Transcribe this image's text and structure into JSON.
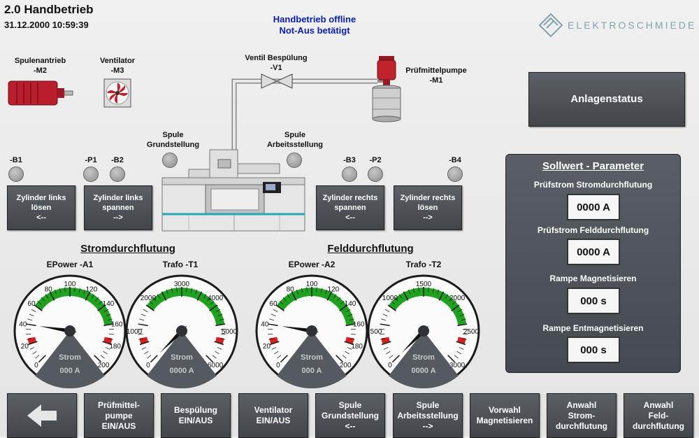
{
  "header": {
    "title": "2.0 Handbetrieb",
    "datetime": "31.12.2000 10:59:39",
    "alarm_line1": "Handbetrieb offline",
    "alarm_line2": "Not-Aus betätigt",
    "logo_text": "ELEKTROSCHMIEDE"
  },
  "plant": {
    "m2_label": "Spulenantrieb\n-M2",
    "m3_label": "Ventilator\n-M3",
    "v1_label": "Ventil Bespülung\n-V1",
    "m1_label": "Prüfmittelpumpe\n-M1",
    "home_label": "Spule\nGrundstellung",
    "work_label": "Spule\nArbeitsstellung",
    "sensors": [
      "-B1",
      "-P1",
      "-B2",
      "-B3",
      "-P2",
      "-B4"
    ]
  },
  "cylinder_buttons": [
    "Zylinder links\nlösen\n<--",
    "Zylinder links\nspannen\n-->",
    "Zylinder rechts\nspannen\n<--",
    "Zylinder rechts\nlösen\n-->"
  ],
  "status_button": "Anlagenstatus",
  "parameters": {
    "title": "Sollwert - Parameter",
    "items": [
      {
        "label": "Prüfstrom Stromdurchflutung",
        "value": "0000 A"
      },
      {
        "label": "Prüfstrom Felddurchflutung",
        "value": "0000 A"
      },
      {
        "label": "Rampe Magnetisieren",
        "value": "000 s"
      },
      {
        "label": "Rampe Entmagnetisieren",
        "value": "000 s"
      }
    ]
  },
  "sections": {
    "strom": "Stromdurchflutung",
    "feld": "Felddurchflutung"
  },
  "gauges": [
    {
      "label": "EPower -A1",
      "ticks": [
        "0",
        "20",
        "40",
        "60",
        "80",
        "100",
        "120",
        "140",
        "160",
        "180",
        "200"
      ],
      "max": 200,
      "value": 40,
      "green": [
        60,
        160
      ],
      "red": [
        [
          20,
          26
        ],
        [
          174,
          180
        ]
      ],
      "unit_label": "Strom",
      "readout": "000 A"
    },
    {
      "label": "Trafo -T1",
      "ticks": [
        "0",
        "1000",
        "2000",
        "3000",
        "4000",
        "5000",
        "6000"
      ],
      "max": 6000,
      "value": 0,
      "green": [
        1800,
        4800
      ],
      "red": [
        [
          600,
          780
        ],
        [
          5220,
          5400
        ]
      ],
      "unit_label": "Strom",
      "readout": "0000 A"
    },
    {
      "label": "EPower -A2",
      "ticks": [
        "0",
        "20",
        "40",
        "60",
        "80",
        "100",
        "120",
        "140",
        "160",
        "180",
        "200"
      ],
      "max": 200,
      "value": 40,
      "green": [
        60,
        160
      ],
      "red": [
        [
          20,
          26
        ],
        [
          174,
          180
        ]
      ],
      "unit_label": "Strom",
      "readout": "000 A"
    },
    {
      "label": "Trafo -T2",
      "ticks": [
        "0",
        "500",
        "1000",
        "1500",
        "2000",
        "2500",
        "3000"
      ],
      "max": 3000,
      "value": 0,
      "green": [
        900,
        2400
      ],
      "red": [
        [
          300,
          390
        ],
        [
          2610,
          2700
        ]
      ],
      "unit_label": "Strom",
      "readout": "0000 A"
    }
  ],
  "bottom_buttons": [
    "Prüfmittel-\npumpe\nEIN/AUS",
    "Bespülung\nEIN/AUS",
    "Ventilator\nEIN/AUS",
    "Spule\nGrundstellung\n<--",
    "Spule\nArbeitsstellung\n-->",
    "Vorwahl\nMagnetisieren",
    "Anwahl\nStrom-\ndurchflutung",
    "Anwahl\nFeld-\ndurchflutung"
  ],
  "colors": {
    "panel": "#4b5056",
    "accent_green": "#1fa21f",
    "danger_red": "#d42020",
    "alarm_text": "#0a1fa8"
  }
}
